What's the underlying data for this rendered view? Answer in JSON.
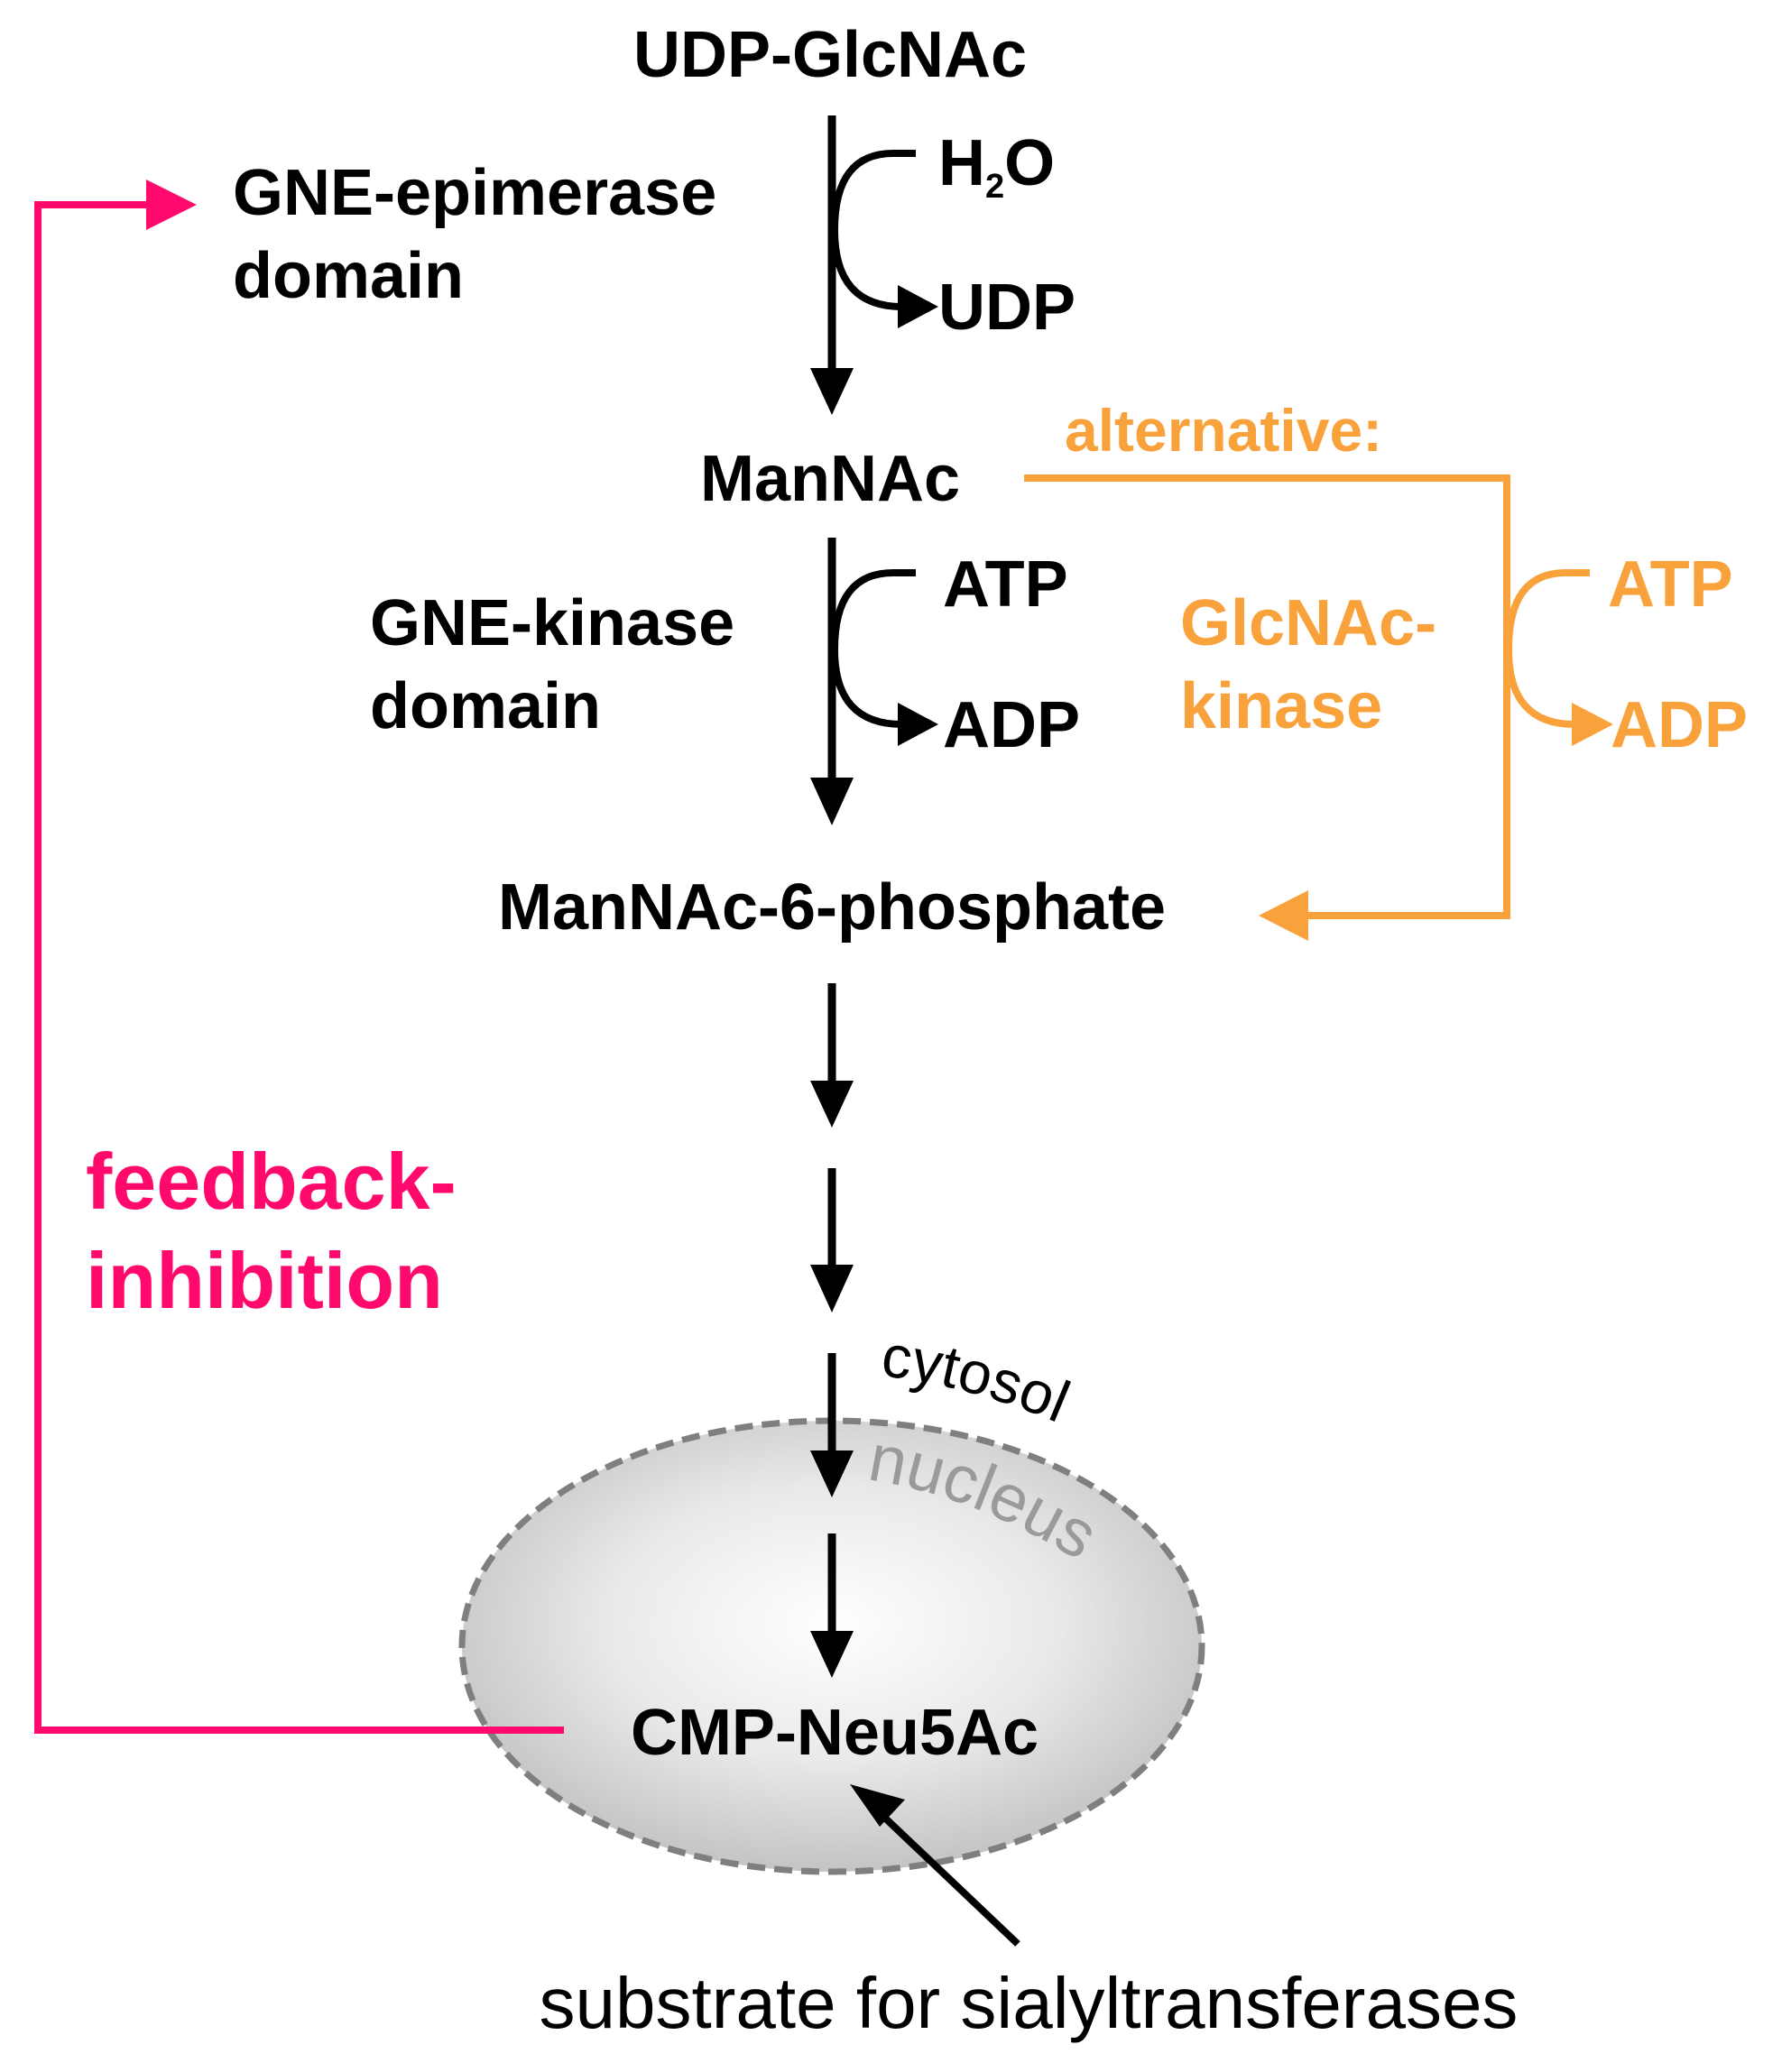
{
  "colors": {
    "main": "#000000",
    "alternative": "#f9a13a",
    "feedback": "#ff0a6c",
    "nucleus_outline": "#7f7f7f",
    "nucleus_label": "#9a9a9a"
  },
  "molecules": {
    "udp_glcnac": "UDP-GlcNAc",
    "mannac": "ManNAc",
    "mannac_6p": "ManNAc-6-phosphate",
    "cmp_neu5ac": "CMP-Neu5Ac"
  },
  "enzymes": {
    "epimerase_line1": "GNE-epimerase",
    "epimerase_line2": "domain",
    "kinase_line1": "GNE-kinase",
    "kinase_line2": "domain",
    "glcnac_kinase_line1": "GlcNAc-",
    "glcnac_kinase_line2": "kinase"
  },
  "cofactors": {
    "h2o_h": "H",
    "h2o_sub": "2",
    "h2o_o": "O",
    "udp": "UDP",
    "atp": "ATP",
    "adp": "ADP",
    "alt_atp": "ATP",
    "alt_adp": "ADP"
  },
  "annotations": {
    "alternative": "alternative:",
    "feedback_line1": "feedback-",
    "feedback_line2": "inhibition",
    "cytosol": "cytosol",
    "nucleus": "nucleus",
    "substrate": "substrate for sialyltransferases"
  }
}
